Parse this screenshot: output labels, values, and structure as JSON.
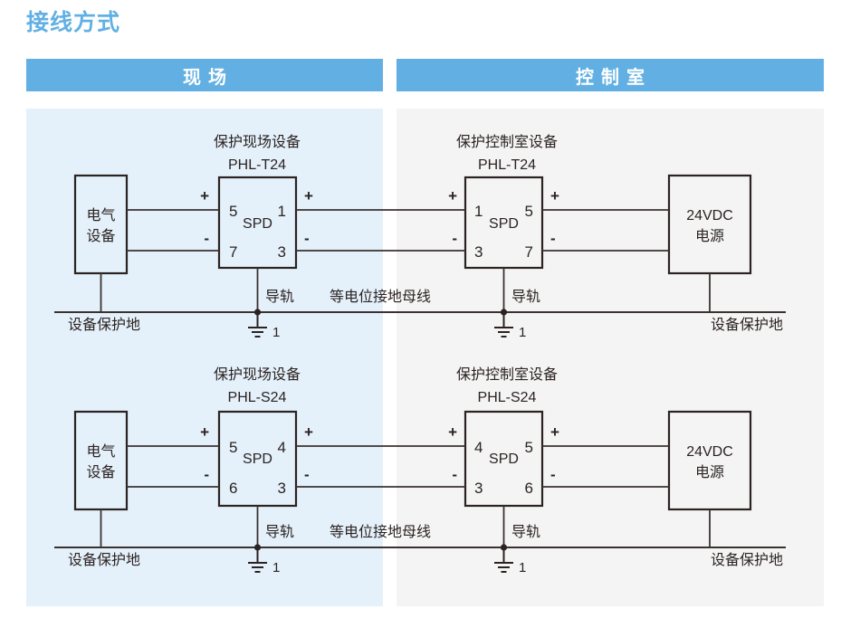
{
  "page": {
    "title": "接线方式",
    "background": "#ffffff",
    "accent_color": "#62b0e3",
    "field_panel_color": "#e4f0fa",
    "control_panel_color": "#f4f4f4",
    "line_color": "#2b2322"
  },
  "banners": [
    {
      "id": "field",
      "label": "现场"
    },
    {
      "id": "control",
      "label": "控制室"
    }
  ],
  "labels": {
    "device": "电气\n设备",
    "device_line1": "电气",
    "device_line2": "设备",
    "psu_line1": "24VDC",
    "psu_line2": "电源",
    "spd": "SPD",
    "rail": "导轨",
    "bus": "等电位接地母线",
    "protective_earth": "设备保护地",
    "ground_tag": "1",
    "plus": "+",
    "minus": "-",
    "protect_field": "保护现场设备",
    "protect_control": "保护控制室设备"
  },
  "rows": [
    {
      "id": "row-1",
      "model": "PHL-T24",
      "field_spd": {
        "caption": "保护现场设备",
        "model": "PHL-T24",
        "label": "SPD",
        "left_ports": [
          "5",
          "7"
        ],
        "right_ports": [
          "1",
          "3"
        ],
        "left_signs": [
          "+",
          "-"
        ],
        "right_signs": [
          "+",
          "-"
        ]
      },
      "control_spd": {
        "caption": "保护控制室设备",
        "model": "PHL-T24",
        "label": "SPD",
        "left_ports": [
          "1",
          "3"
        ],
        "right_ports": [
          "5",
          "7"
        ],
        "left_signs": [
          "+",
          "-"
        ],
        "right_signs": [
          "+",
          "-"
        ]
      },
      "device": {
        "line1": "电气",
        "line2": "设备"
      },
      "psu": {
        "line1": "24VDC",
        "line2": "电源"
      },
      "rail_left": "导轨",
      "rail_right": "导轨",
      "bus_label": "等电位接地母线",
      "earth_left": "设备保护地",
      "earth_right": "设备保护地",
      "ground_left": "1",
      "ground_right": "1"
    },
    {
      "id": "row-2",
      "model": "PHL-S24",
      "field_spd": {
        "caption": "保护现场设备",
        "model": "PHL-S24",
        "label": "SPD",
        "left_ports": [
          "5",
          "6"
        ],
        "right_ports": [
          "4",
          "3"
        ],
        "left_signs": [
          "+",
          "-"
        ],
        "right_signs": [
          "+",
          "-"
        ]
      },
      "control_spd": {
        "caption": "保护控制室设备",
        "model": "PHL-S24",
        "label": "SPD",
        "left_ports": [
          "4",
          "3"
        ],
        "right_ports": [
          "5",
          "6"
        ],
        "left_signs": [
          "+",
          "-"
        ],
        "right_signs": [
          "+",
          "-"
        ]
      },
      "device": {
        "line1": "电气",
        "line2": "设备"
      },
      "psu": {
        "line1": "24VDC",
        "line2": "电源"
      },
      "rail_left": "导轨",
      "rail_right": "导轨",
      "bus_label": "等电位接地母线",
      "earth_left": "设备保护地",
      "earth_right": "设备保护地",
      "ground_left": "1",
      "ground_right": "1"
    }
  ]
}
